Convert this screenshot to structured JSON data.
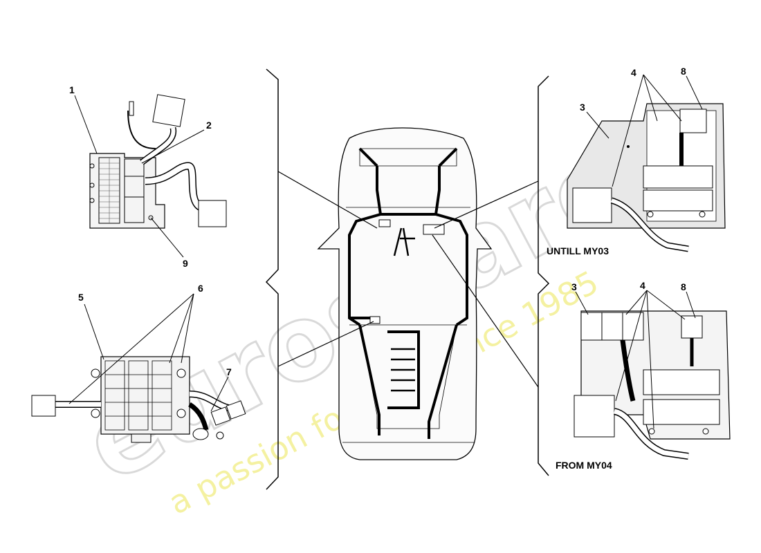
{
  "watermark": {
    "brand": "eurospares",
    "tagline": "a passion for parts since 1985"
  },
  "callouts": {
    "c1": "1",
    "c2": "2",
    "c9": "9",
    "c5": "5",
    "c6": "6",
    "c7": "7",
    "r_top_3": "3",
    "r_top_4": "4",
    "r_top_8": "8",
    "r_bot_3": "3",
    "r_bot_4": "4",
    "r_bot_8": "8"
  },
  "captions": {
    "until": "UNTILL MY03",
    "from": "FROM MY04"
  }
}
